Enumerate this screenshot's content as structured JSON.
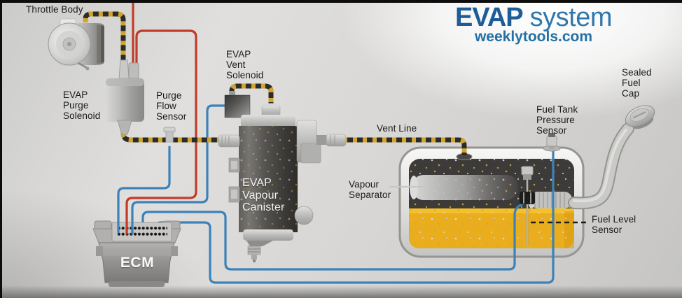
{
  "title": {
    "brand": "EVAP",
    "suffix": " system",
    "website": "weeklytools.com"
  },
  "labels": {
    "throttle_body": "Throttle Body",
    "evap_purge_solenoid": "EVAP\nPurge\nSolenoid",
    "purge_flow_sensor": "Purge\nFlow\nSensor",
    "evap_vent_solenoid": "EVAP\nVent\nSolenoid",
    "vent_line": "Vent Line",
    "evap_vapour_canister": "EVAP\nVapour\nCanister",
    "vapour_separator": "Vapour\nSeparator",
    "fuel_tank_pressure_sensor": "Fuel Tank\nPressure\nSensor",
    "sealed_fuel_cap": "Sealed\nFuel\nCap",
    "fuel_level_sensor": "Fuel Level\nSensor",
    "ecm": "ECM"
  },
  "colors": {
    "wire_red": "#c23b28",
    "wire_blue": "#3c82b8",
    "hose_yellow": "#d2a42c",
    "hose_black": "#2b2b28",
    "fuel_yellow": "#e9ad1d",
    "title_dark_blue": "#1d5c97",
    "title_light_blue": "#3077ad",
    "site_blue": "#2470a4",
    "label_text": "#1a1a1a"
  }
}
